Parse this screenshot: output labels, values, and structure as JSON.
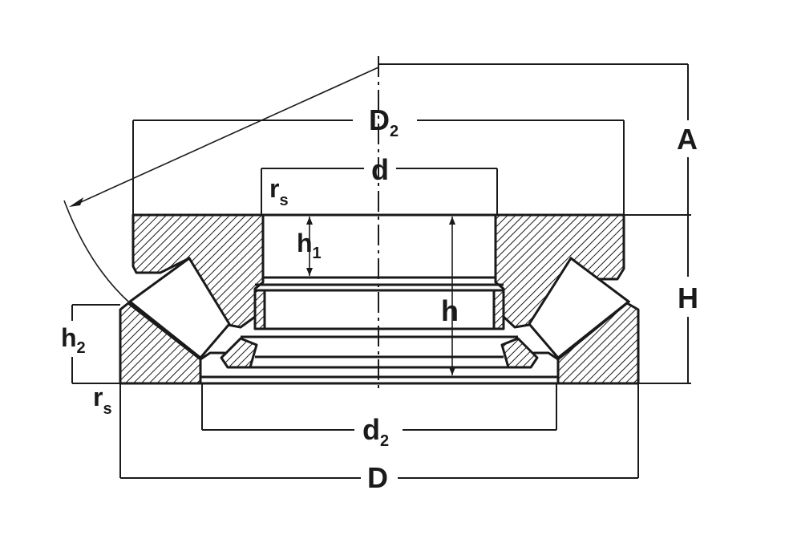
{
  "drawing": {
    "dimension_labels": {
      "D2": {
        "main": "D",
        "sub": "2"
      },
      "d": {
        "main": "d"
      },
      "A": {
        "main": "A"
      },
      "H": {
        "main": "H"
      },
      "rs_top": {
        "main": "r",
        "sub": "s"
      },
      "h1": {
        "main": "h",
        "sub": "1"
      },
      "h": {
        "main": "h"
      },
      "h2": {
        "main": "h",
        "sub": "2"
      },
      "rs_bottom": {
        "main": "r",
        "sub": "s"
      },
      "d2": {
        "main": "d",
        "sub": "2"
      },
      "D": {
        "main": "D"
      }
    },
    "colors": {
      "line": "#1a1a1a",
      "background": "#ffffff"
    }
  }
}
